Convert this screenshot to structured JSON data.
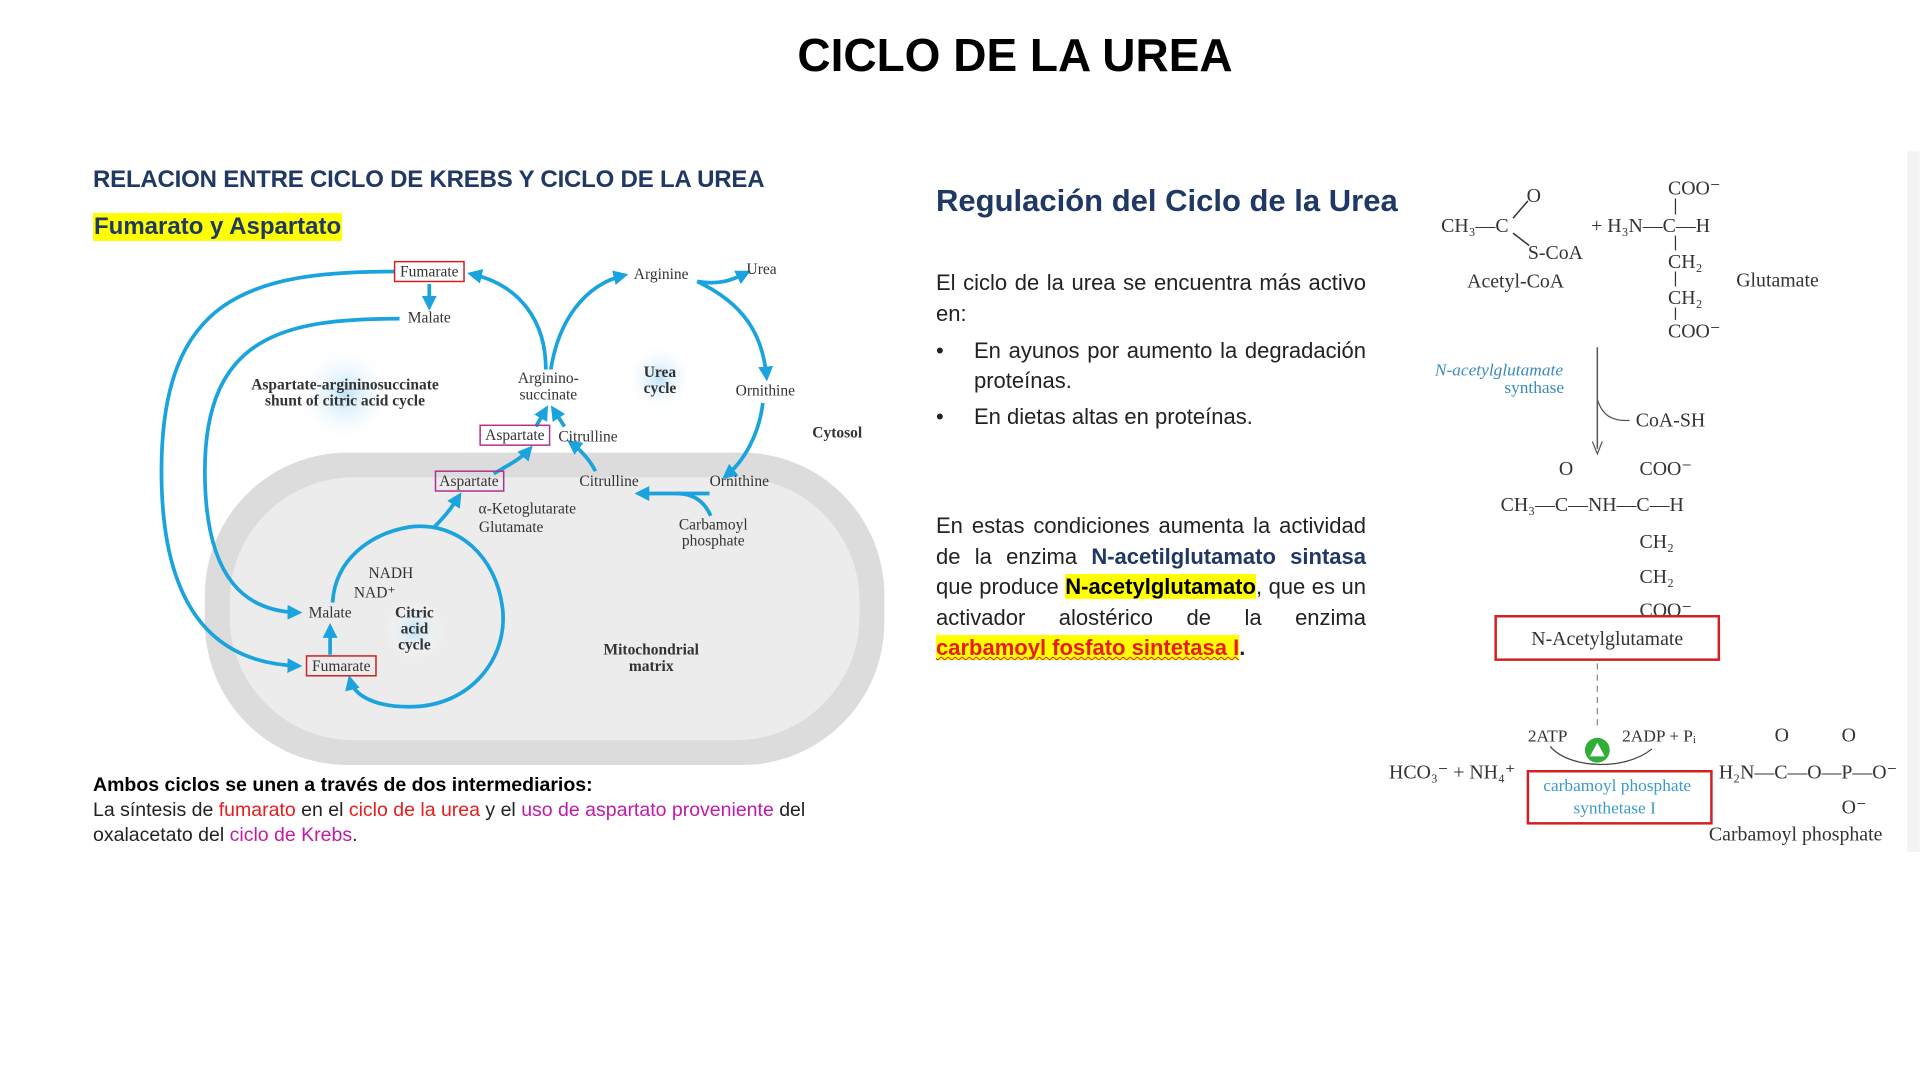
{
  "title": "CICLO DE LA UREA",
  "left": {
    "heading": "RELACION ENTRE CICLO DE KREBS Y CICLO DE LA UREA",
    "subheading": "Fumarato y Aspartato",
    "diagram": {
      "fumarate_top": "Fumarate",
      "malate_top": "Malate",
      "arginine": "Arginine",
      "urea": "Urea",
      "shunt_line1": "Aspartate-argininosuccinate",
      "shunt_line2": "shunt of citric acid cycle",
      "argininosuccinate_line1": "Arginino-",
      "argininosuccinate_line2": "succinate",
      "urea_cycle_line1": "Urea",
      "urea_cycle_line2": "cycle",
      "ornithine_cytosol": "Ornithine",
      "cytosol": "Cytosol",
      "aspartate_cytosol": "Aspartate",
      "citrulline_cytosol": "Citrulline",
      "aspartate_matrix": "Aspartate",
      "citrulline_matrix": "Citrulline",
      "ornithine_matrix": "Ornithine",
      "alpha_ketoglutarate": "α-Ketoglutarate",
      "glutamate": "Glutamate",
      "carbamoyl_line1": "Carbamoyl",
      "carbamoyl_line2": "phosphate",
      "nadh": "NADH",
      "nad": "NAD⁺",
      "malate_matrix": "Malate",
      "citric_line1": "Citric",
      "citric_line2": "acid",
      "citric_line3": "cycle",
      "fumarate_matrix": "Fumarate",
      "matrix_line1": "Mitochondrial",
      "matrix_line2": "matrix"
    },
    "notes": {
      "bold_line": "Ambos ciclos se unen a través de dos intermediarios:",
      "t1": "La síntesis de ",
      "fumarato": "fumarato",
      "t2": " en el ",
      "ciclo_urea": "ciclo de la urea",
      "t3": " y el ",
      "uso_aspartato": "uso de aspartato proveniente",
      "t4": " del oxalacetato del ",
      "ciclo_krebs": "ciclo de Krebs",
      "t5": "."
    }
  },
  "right": {
    "heading": "Regulación del Ciclo de la Urea",
    "intro": "El ciclo de la urea se encuentra más activo en:",
    "bullets": [
      "En ayunos por aumento la degradación proteínas.",
      "En dietas altas en proteínas."
    ],
    "p2": {
      "t1": "En estas condiciones aumenta la actividad de la enzima ",
      "enzyme": "N-acetilglutamato sintasa",
      "t2": " que produce ",
      "product": "N-acetylglutamato",
      "t3": ", que es un activador alostérico de la enzima ",
      "target": "carbamoyl fosfato sintetasa I",
      "t4": "."
    },
    "chem": {
      "acetyl_ch3c": "CH₃—C",
      "acetyl_o": "O",
      "acetyl_scoa": "S-CoA",
      "acetyl_name": "Acetyl-CoA",
      "glu_amine": "+ H₃N—C—H",
      "glu_coo_top": "COO⁻",
      "glu_ch2a": "CH₂",
      "glu_ch2b": "CH₂",
      "glu_coo_bottom": "COO⁻",
      "glu_name": "Glutamate",
      "enzyme1_line1": "N-acetylglutamate",
      "enzyme1_line2": "synthase",
      "coash": "CoA-SH",
      "nag_o": "O",
      "nag_coo_top": "COO⁻",
      "nag_main": "CH₃—C—NH—C—H",
      "nag_ch2a": "CH₂",
      "nag_ch2b": "CH₂",
      "nag_coo_bottom": "COO⁻",
      "nag_name": "N-Acetylglutamate",
      "atp": "2ATP",
      "adp": "2ADP + Pᵢ",
      "substrates": "HCO₃⁻ + NH₄⁺",
      "enzyme2_line1": "carbamoyl phosphate",
      "enzyme2_line2": "synthetase I",
      "cp_main": "H₂N—C—O—P—O⁻",
      "cp_o1": "O",
      "cp_o2": "O",
      "cp_o3": "O⁻",
      "cp_name": "Carbamoyl phosphate"
    }
  },
  "colors": {
    "heading_navy": "#1f3864",
    "highlight": "#ffff00",
    "red": "#e81c1c",
    "magenta": "#c01aa8",
    "arrow_blue": "#1aa3dc",
    "box_red": "#d02020",
    "activator_green": "#2fae3a"
  }
}
